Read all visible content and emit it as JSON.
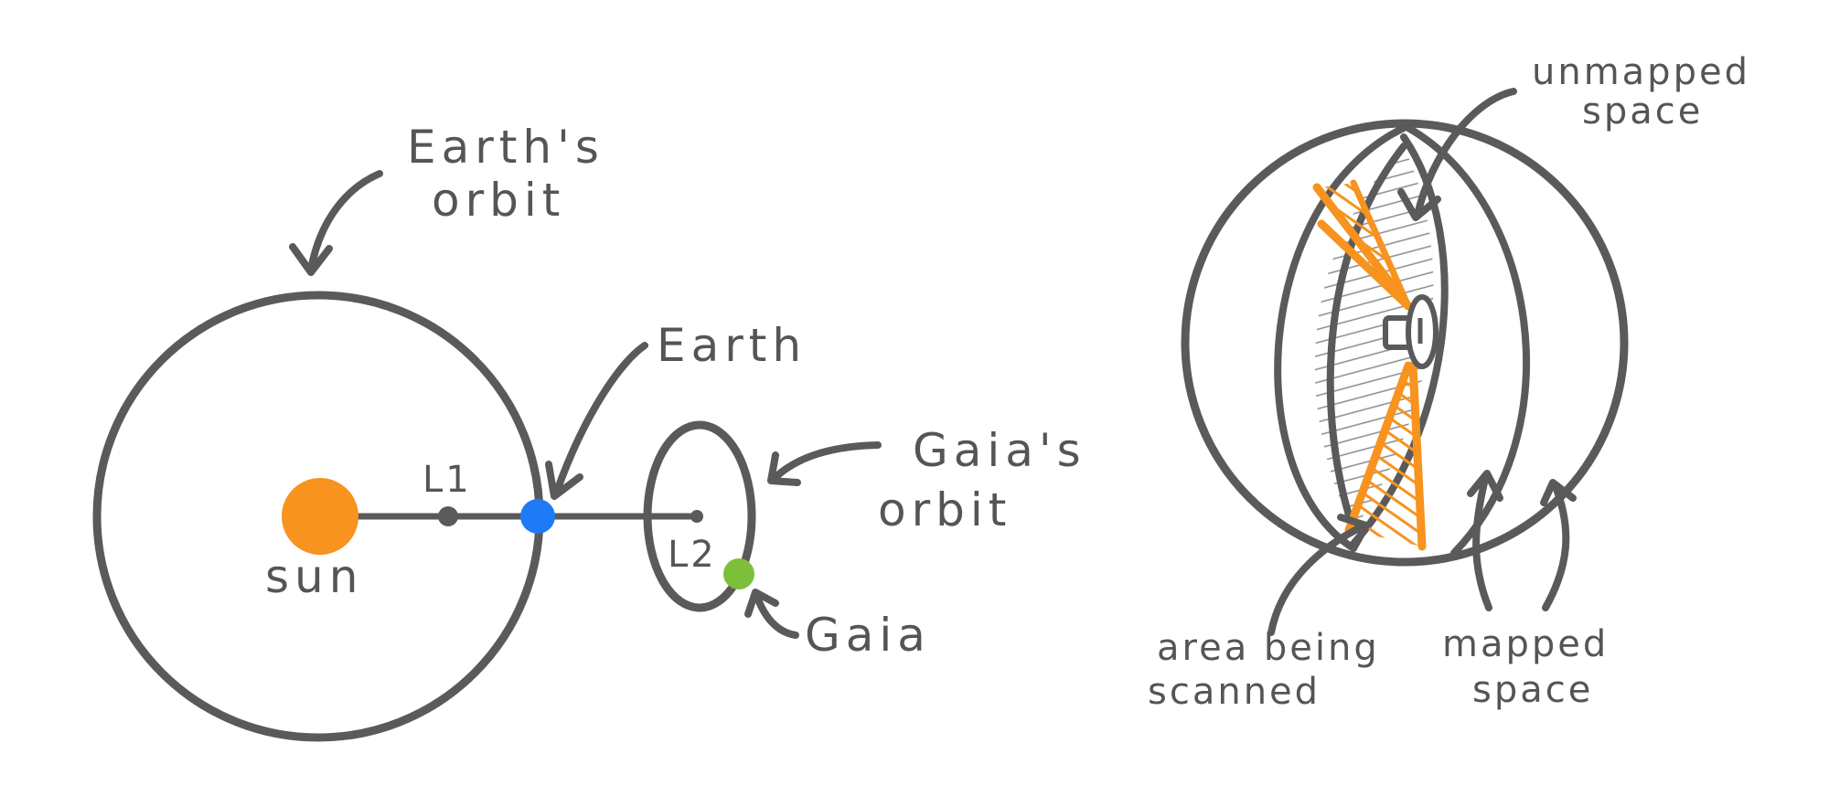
{
  "colors": {
    "ink": "#5a5a5a",
    "sun": "#f7931e",
    "earth": "#1e7bf5",
    "gaia": "#7dbf3a",
    "scan": "#f7931e",
    "background": "#ffffff"
  },
  "left_diagram": {
    "labels": {
      "earths_orbit_line1": "Earth's",
      "earths_orbit_line2": "orbit",
      "earth": "Earth",
      "l1": "L1",
      "l2": "L2",
      "sun": "sun",
      "gaias_orbit_line1": "Gaia's",
      "gaias_orbit_line2": "orbit",
      "gaia": "Gaia"
    }
  },
  "right_diagram": {
    "labels": {
      "unmapped_line1": "unmapped",
      "unmapped_line2": "space",
      "scanned_line1": "area being",
      "scanned_line2": "scanned",
      "mapped_line1": "mapped",
      "mapped_line2": "space"
    }
  }
}
